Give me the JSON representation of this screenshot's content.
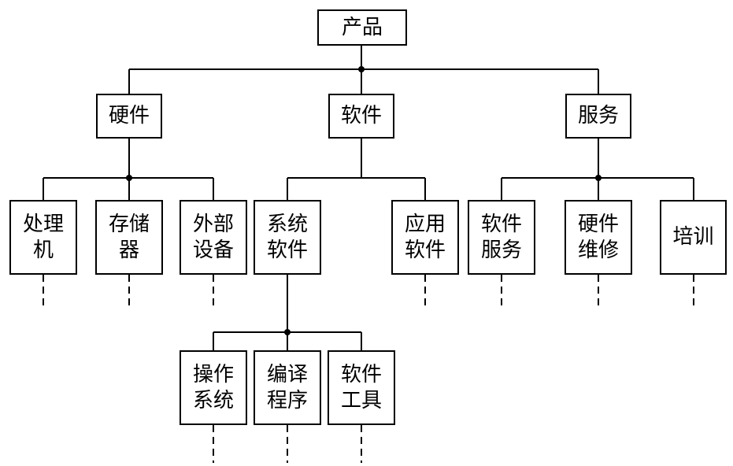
{
  "colors": {
    "ink": "#000000",
    "background": "#ffffff"
  },
  "root": {
    "label": "产品"
  },
  "branches": [
    {
      "label": "硬件",
      "children": [
        {
          "lines": [
            "处理",
            "机"
          ]
        },
        {
          "lines": [
            "存储",
            "器"
          ]
        },
        {
          "lines": [
            "外部",
            "设备"
          ]
        }
      ]
    },
    {
      "label": "软件",
      "children": [
        {
          "lines": [
            "系统",
            "软件"
          ],
          "children": [
            {
              "lines": [
                "操作",
                "系统"
              ]
            },
            {
              "lines": [
                "编译",
                "程序"
              ]
            },
            {
              "lines": [
                "软件",
                "工具"
              ]
            }
          ]
        },
        {
          "lines": [
            "应用",
            "软件"
          ]
        }
      ]
    },
    {
      "label": "服务",
      "children": [
        {
          "lines": [
            "软件",
            "服务"
          ]
        },
        {
          "lines": [
            "硬件",
            "维修"
          ]
        },
        {
          "lines": [
            "培训"
          ]
        }
      ]
    }
  ]
}
